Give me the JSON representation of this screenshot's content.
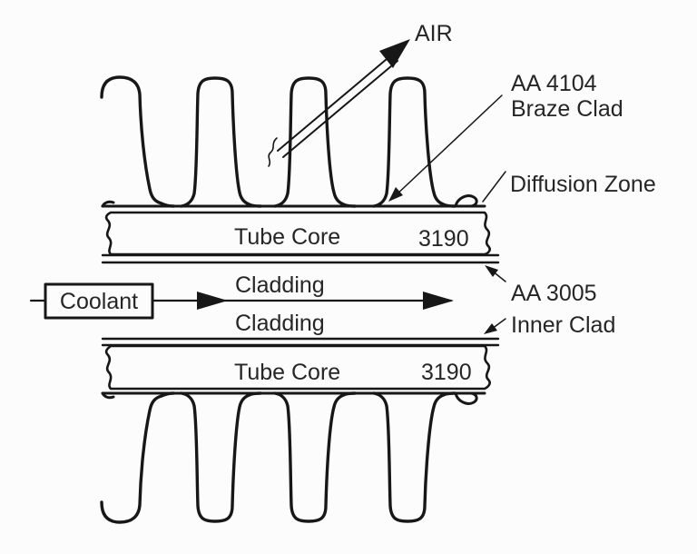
{
  "colors": {
    "background": "#fcfcfc",
    "line": "#171717",
    "text": "#262626"
  },
  "labels": {
    "air": "AIR",
    "braze_clad_line1": "AA 4104",
    "braze_clad_line2": "Braze Clad",
    "diffusion_zone": "Diffusion Zone",
    "inner_clad_line1": "AA 3005",
    "inner_clad_line2": "Inner Clad",
    "coolant": "Coolant",
    "cladding_top": "Cladding",
    "cladding_bottom": "Cladding",
    "upper_tube": {
      "name": "Tube Core",
      "alloy": "3190"
    },
    "lower_tube": {
      "name": "Tube Core",
      "alloy": "3190"
    }
  }
}
